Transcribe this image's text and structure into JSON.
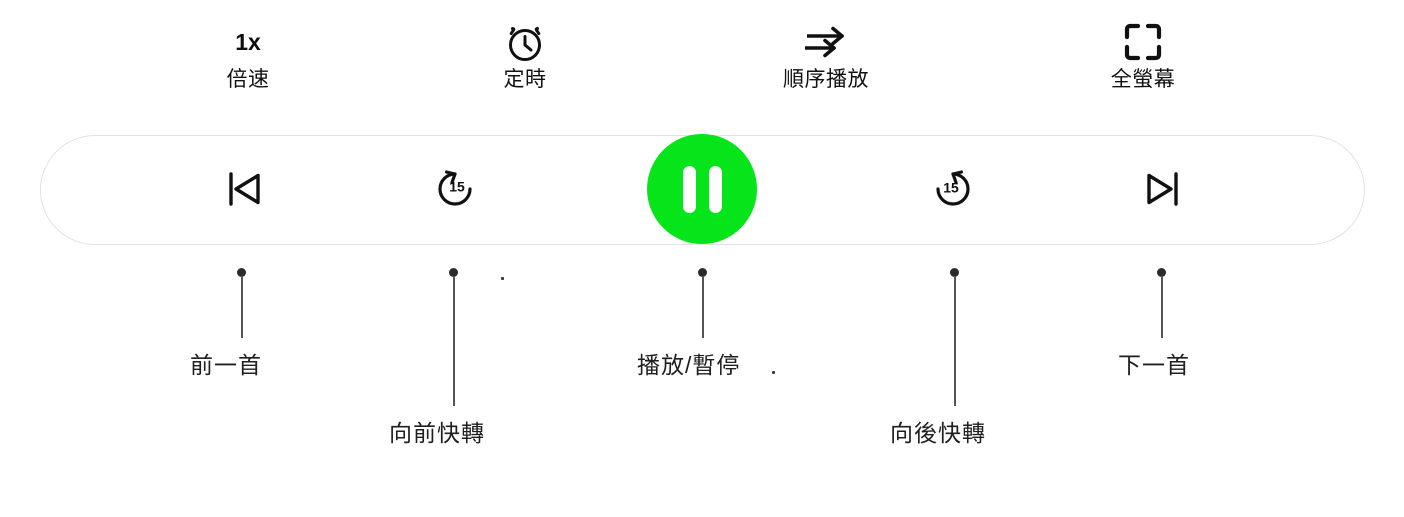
{
  "player": {
    "top_options": [
      {
        "id": "speed",
        "icon": "speed-1x-icon",
        "value": "1x",
        "label": "倍速"
      },
      {
        "id": "timer",
        "icon": "alarm-clock-icon",
        "value": "",
        "label": "定時"
      },
      {
        "id": "play-order",
        "icon": "sequential-play-icon",
        "value": "",
        "label": "順序播放"
      },
      {
        "id": "fullscreen",
        "icon": "fullscreen-icon",
        "value": "",
        "label": "全螢幕"
      }
    ],
    "controls": [
      {
        "id": "previous",
        "icon": "previous-track-icon",
        "badge": "",
        "annotation": "前一首"
      },
      {
        "id": "rewind",
        "icon": "rewind-15-icon",
        "badge": "15",
        "annotation": "向前快轉"
      },
      {
        "id": "play-pause",
        "icon": "pause-icon",
        "badge": "",
        "annotation": "播放/暫停"
      },
      {
        "id": "forward",
        "icon": "forward-15-icon",
        "badge": "15",
        "annotation": "向後快轉"
      },
      {
        "id": "next",
        "icon": "next-track-icon",
        "badge": "",
        "annotation": "下一首"
      }
    ],
    "colors": {
      "play_button": "#06e519",
      "icon_stroke": "#111111",
      "bar_border": "#e2e2e2",
      "callout": "#2b2b2b",
      "text": "#1f1f1f"
    },
    "state": {
      "playing_state_icon": "pause-icon"
    }
  }
}
